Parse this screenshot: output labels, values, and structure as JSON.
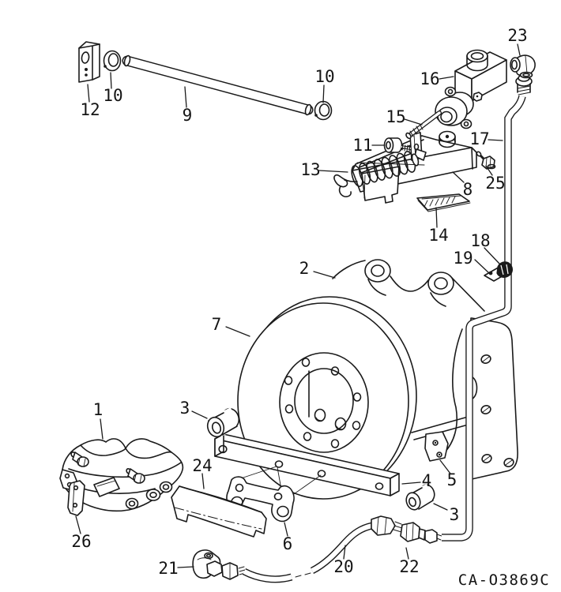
{
  "diagram": {
    "drawing_code": "CA-O3869C",
    "callouts": {
      "p1": "1",
      "p2": "2",
      "p3": "3",
      "p4": "4",
      "p5": "5",
      "p6": "6",
      "p7": "7",
      "p8": "8",
      "p9": "9",
      "p10": "10",
      "p11": "11",
      "p12": "12",
      "p13": "13",
      "p14": "14",
      "p15": "15",
      "p16": "16",
      "p17": "17",
      "p18": "18",
      "p19": "19",
      "p20": "20",
      "p21": "21",
      "p22": "22",
      "p23": "23",
      "p24": "24",
      "p25": "25",
      "p26": "26"
    }
  }
}
